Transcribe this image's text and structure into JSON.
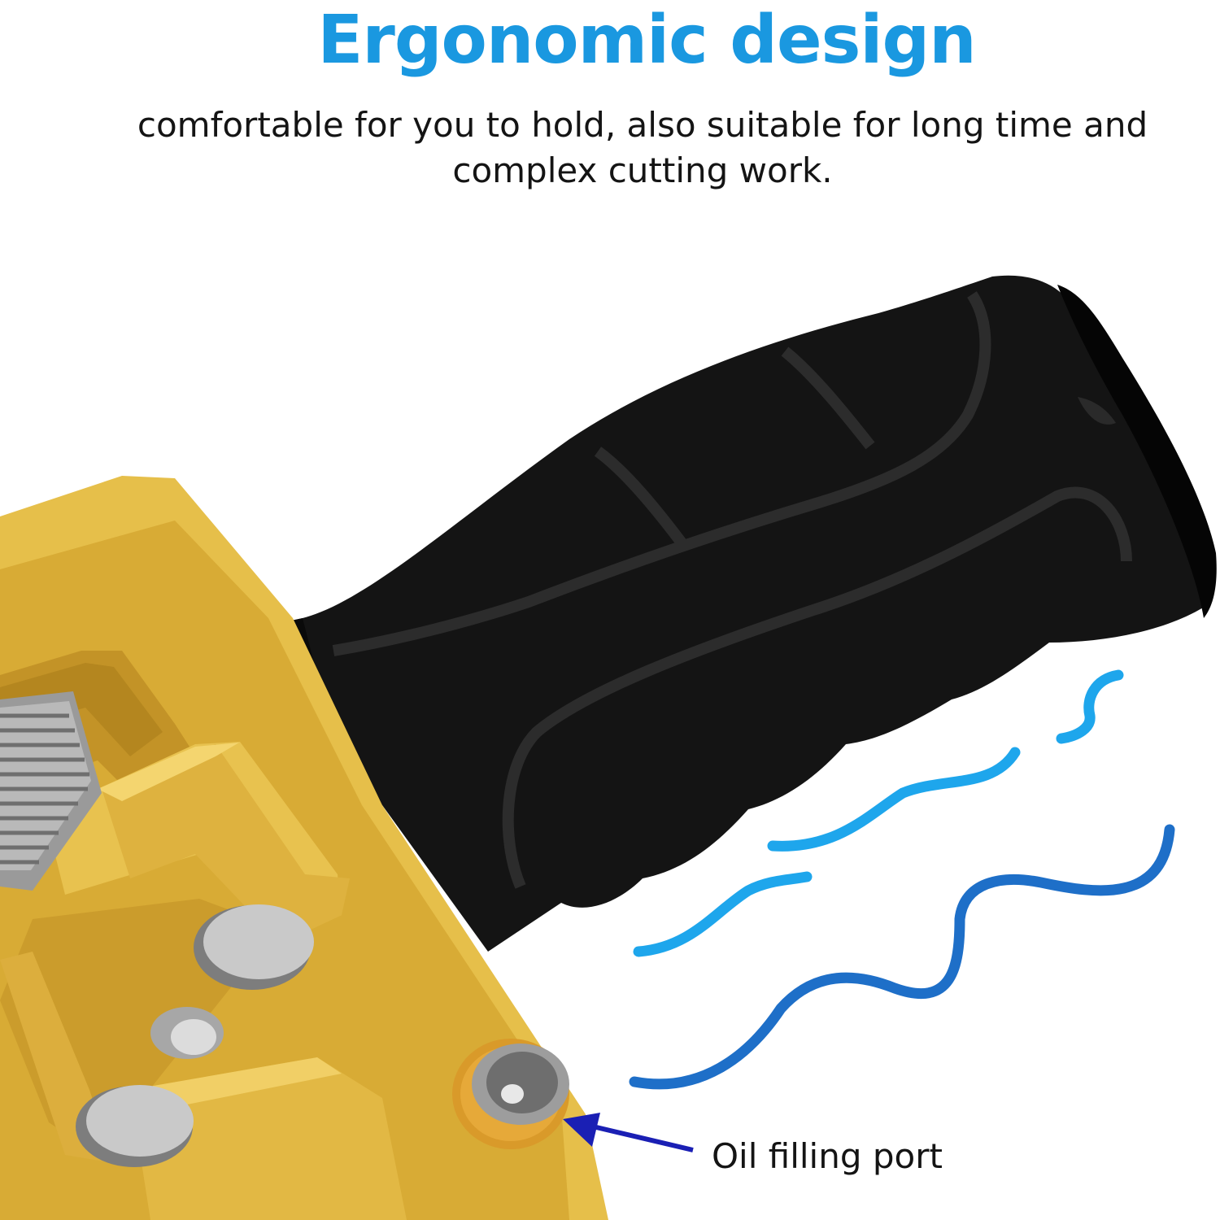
{
  "headline": {
    "text": "Ergonomic design",
    "color": "#1a98e0"
  },
  "subtitle": {
    "text": "comfortable for you to hold, also suitable for long time and complex cutting work."
  },
  "callout": {
    "label": "Oil filling port",
    "arrow_color": "#1a1fb4"
  },
  "illustration": {
    "subject": "tool handle with brass cutter head",
    "handle_color": "#141414",
    "body_color": "#e6bf4a",
    "wave_colors": [
      "#1ea6ec",
      "#1e6fc8"
    ]
  }
}
